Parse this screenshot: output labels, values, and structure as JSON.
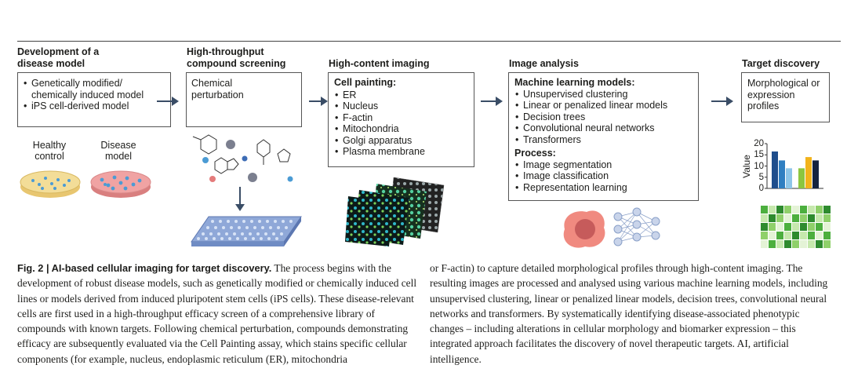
{
  "stages": [
    {
      "title": "Development of a disease model",
      "items": [
        "Genetically modified/ chemically induced model",
        "iPS cell-derived model"
      ],
      "dish_labels": [
        "Healthy control",
        "Disease model"
      ]
    },
    {
      "title": "High-throughput compound screening",
      "text": "Chemical perturbation"
    },
    {
      "title": "High-content imaging",
      "heading": "Cell painting:",
      "items": [
        "ER",
        "Nucleus",
        "F-actin",
        "Mitochondria",
        "Golgi apparatus",
        "Plasma membrane"
      ]
    },
    {
      "title": "Image analysis",
      "ml_heading": "Machine learning models:",
      "ml_items": [
        "Unsupervised clustering",
        "Linear or penalized linear models",
        "Decision trees",
        "Convolutional neural networks",
        "Transformers"
      ],
      "process_heading": "Process:",
      "process_items": [
        "Image segmentation",
        "Image classification",
        "Representation learning"
      ]
    },
    {
      "title": "Target discovery",
      "text": "Morphological or expression profiles",
      "mini_chart": {
        "ylabel": "Value",
        "ticks": [
          "20",
          "15",
          "10",
          "5",
          "0"
        ],
        "ylim": [
          0,
          20
        ],
        "values": [
          16.5,
          12.5,
          9,
          9,
          14,
          12.5
        ],
        "colors": [
          "#1f4e8c",
          "#2f7fc1",
          "#8ec6e8",
          "#8cc63f",
          "#f2b31b",
          "#14233f"
        ]
      }
    }
  ],
  "caption": {
    "fig_label": "Fig. 2 | AI-based cellular imaging for target discovery.",
    "col1": " The process begins with the development of robust disease models, such as genetically modified or chemically induced cell lines or models derived from induced pluripotent stem cells (iPS cells). These disease-relevant cells are first used in a high-throughput efficacy screen of a comprehensive library of compounds with known targets. Following chemical perturbation, compounds demonstrating efficacy are subsequently evaluated via the Cell Painting assay, which stains specific cellular components (for example, nucleus, endoplasmic reticulum (ER), mitochondria",
    "col2": "or F-actin) to capture detailed morphological profiles through high-content imaging. The resulting images are processed and analysed using various machine learning models, including unsupervised clustering, linear or penalized linear models, decision trees, convolutional neural networks and transformers. By systematically identifying disease-associated phenotypic changes – including alterations in cellular morphology and biomarker expression – this integrated approach facilitates the discovery of novel therapeutic targets. AI, artificial intelligence."
  },
  "colors": {
    "arrow": "#3a4d66",
    "healthy_dish": "#f3dd98",
    "disease_dish": "#f0a3a3",
    "cell_blue": "#4b9bd4",
    "plate": "#8fa8d8",
    "heatmap_green": "#4caf3e"
  }
}
